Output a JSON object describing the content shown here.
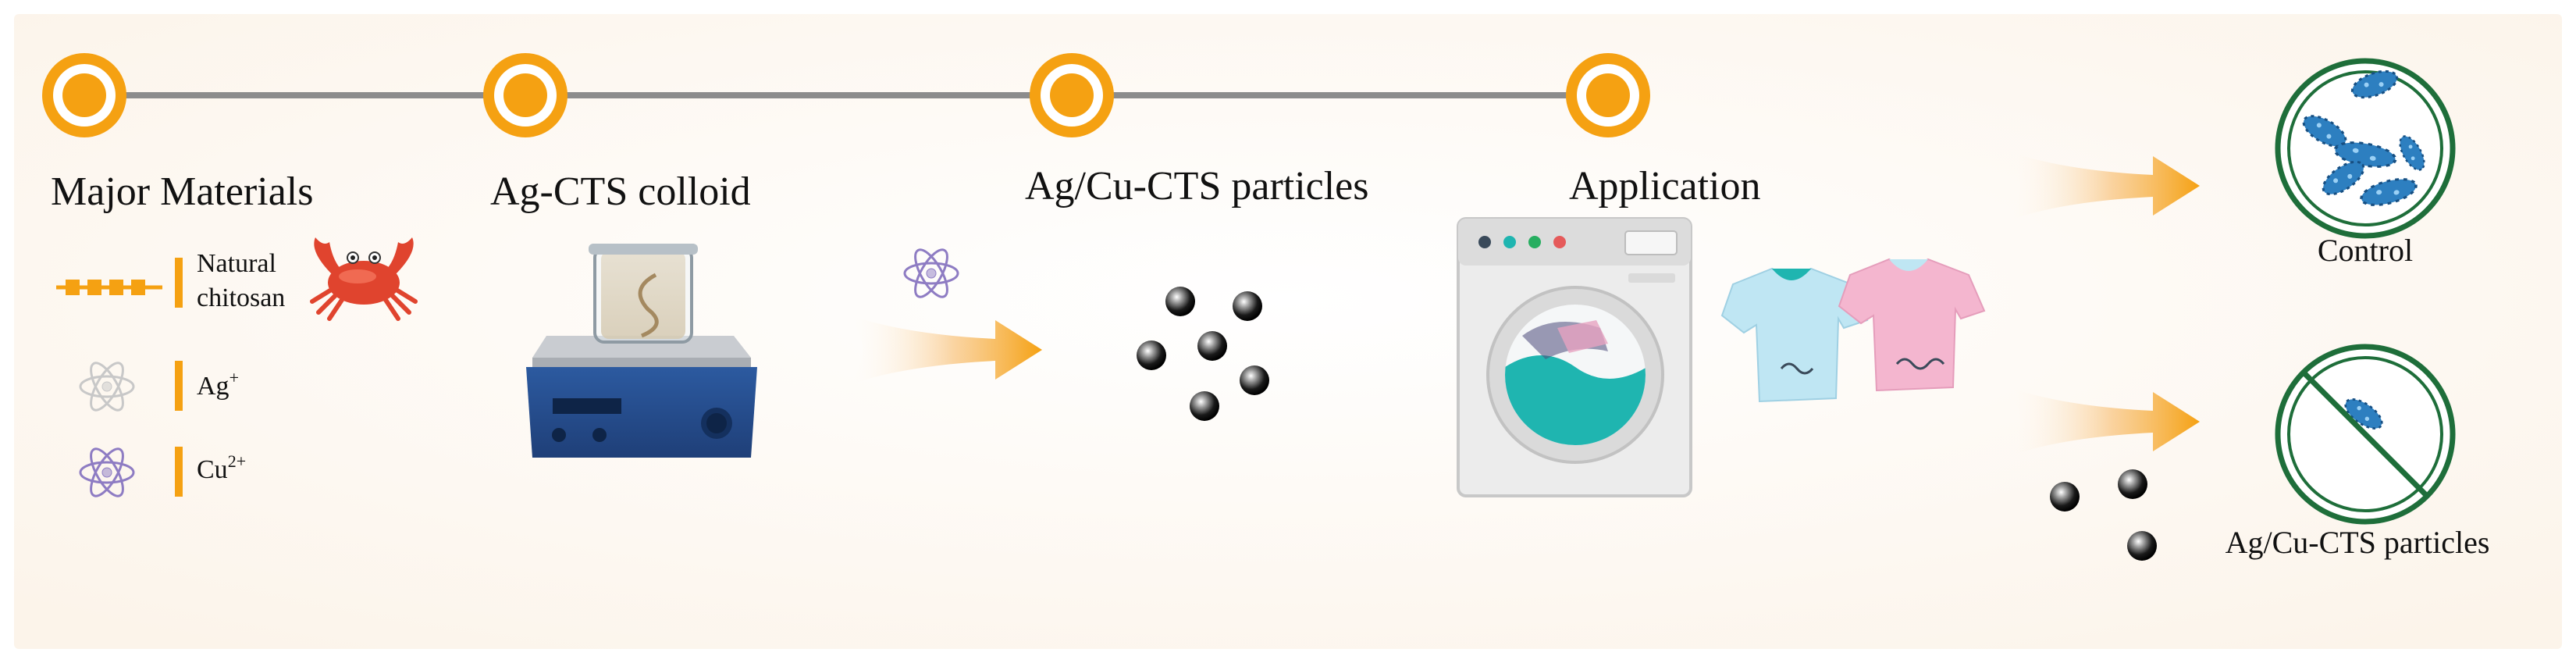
{
  "timeline": {
    "steps": [
      {
        "label": "Major Materials"
      },
      {
        "label": "Ag-CTS colloid"
      },
      {
        "label": "Ag/Cu-CTS particles"
      },
      {
        "label": "Application"
      }
    ]
  },
  "materials": {
    "chitosan_line1": "Natural",
    "chitosan_line2": "chitosan",
    "ag_base": "Ag",
    "ag_sup": "+",
    "cu_base": "Cu",
    "cu_sup": "2+"
  },
  "results": {
    "control_label": "Control",
    "treated_label": "Ag/Cu-CTS particles"
  },
  "colors": {
    "accent_orange": "#F5A112",
    "timeline_gray": "#8C8C8C",
    "dish_green": "#1E6E3A",
    "background": "#FFFBF6",
    "bacteria_blue": "#2D7FC0",
    "atom_purple": "#8E7CC3",
    "machine_teal": "#1FB5B0"
  },
  "icons": [
    "timeline-node-icon",
    "chitosan-chain-icon",
    "crab-icon",
    "silver-atom-icon",
    "copper-atom-icon",
    "stirrer-beaker-icon",
    "washing-machine-icon",
    "tshirt-blue-icon",
    "tshirt-pink-icon",
    "flow-arrow-icon",
    "petri-dish-icon",
    "bacteria-icon",
    "nanoparticle-icon"
  ]
}
